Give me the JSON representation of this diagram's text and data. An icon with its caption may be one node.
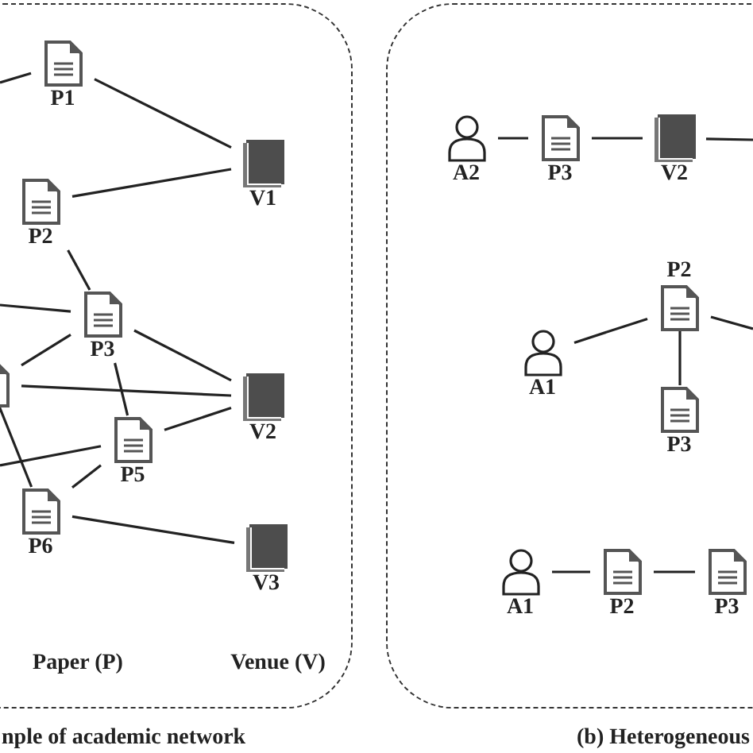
{
  "diagram": {
    "nodes": [
      {
        "text": [
          "Paper (P)",
          "Venue (V)"
        ]
      },
      {
        "text": [
          "P1"
        ],
        "in": 0
      },
      {
        "text": [
          "V1"
        ],
        "in": 0
      },
      {
        "text": [
          "P2"
        ],
        "in": 0
      },
      {
        "text": [
          "P3"
        ],
        "in": 0
      },
      {
        "text": [],
        "shape": "box",
        "in": 0
      },
      {
        "text": [
          "V2"
        ],
        "in": 0
      },
      {
        "text": [
          "P5"
        ],
        "in": 0
      },
      {
        "text": [
          "P6"
        ],
        "in": 0
      },
      {
        "text": [
          "V3"
        ],
        "in": 0
      },
      {
        "text": [],
        "shape": "box"
      },
      {
        "text": [
          "A2"
        ],
        "in": 10
      },
      {
        "text": [
          "P3"
        ],
        "in": 10
      },
      {
        "text": [
          "V2"
        ],
        "in": 10
      },
      {
        "text": [
          "P2"
        ],
        "in": 10
      },
      {
        "text": [
          "A1"
        ],
        "in": 10
      },
      {
        "text": [
          "P3"
        ],
        "in": 10
      },
      {
        "text": [
          "A1"
        ],
        "in": 10
      },
      {
        "text": [
          "P2"
        ],
        "in": 10
      },
      {
        "text": [
          "P3"
        ],
        "in": 10
      }
    ],
    "edges": [
      {
        "from": null,
        "to": 1,
        "arrow": "none"
      },
      {
        "from": 1,
        "to": 2,
        "arrow": "none"
      },
      {
        "from": 3,
        "to": 2,
        "arrow": "none"
      },
      {
        "from": 3,
        "to": 4,
        "arrow": "none"
      },
      {
        "from": null,
        "to": 4,
        "arrow": "none"
      },
      {
        "from": 5,
        "to": 4,
        "arrow": "none"
      },
      {
        "from": 4,
        "to": 6,
        "arrow": "none"
      },
      {
        "from": 4,
        "to": 7,
        "arrow": "none"
      },
      {
        "from": 5,
        "to": 6,
        "arrow": "none"
      },
      {
        "from": null,
        "to": 7,
        "arrow": "none"
      },
      {
        "from": 7,
        "to": 6,
        "arrow": "none"
      },
      {
        "from": 5,
        "to": 8,
        "arrow": "none"
      },
      {
        "from": 8,
        "to": 7,
        "arrow": "none"
      },
      {
        "from": 8,
        "to": 9,
        "arrow": "none"
      },
      {
        "from": 11,
        "to": 12,
        "arrow": "none"
      },
      {
        "from": 12,
        "to": 13,
        "arrow": "none"
      },
      {
        "from": 13,
        "to": null,
        "arrow": "none"
      },
      {
        "from": 15,
        "to": 14,
        "arrow": "none"
      },
      {
        "from": 14,
        "to": 16,
        "arrow": "none"
      },
      {
        "from": 14,
        "to": null,
        "arrow": "none"
      },
      {
        "from": 17,
        "to": 18,
        "arrow": "none"
      },
      {
        "from": 18,
        "to": 19,
        "arrow": "none"
      }
    ],
    "labels": [
      "nple of academic network",
      "(b) Heterogeneous"
    ]
  }
}
